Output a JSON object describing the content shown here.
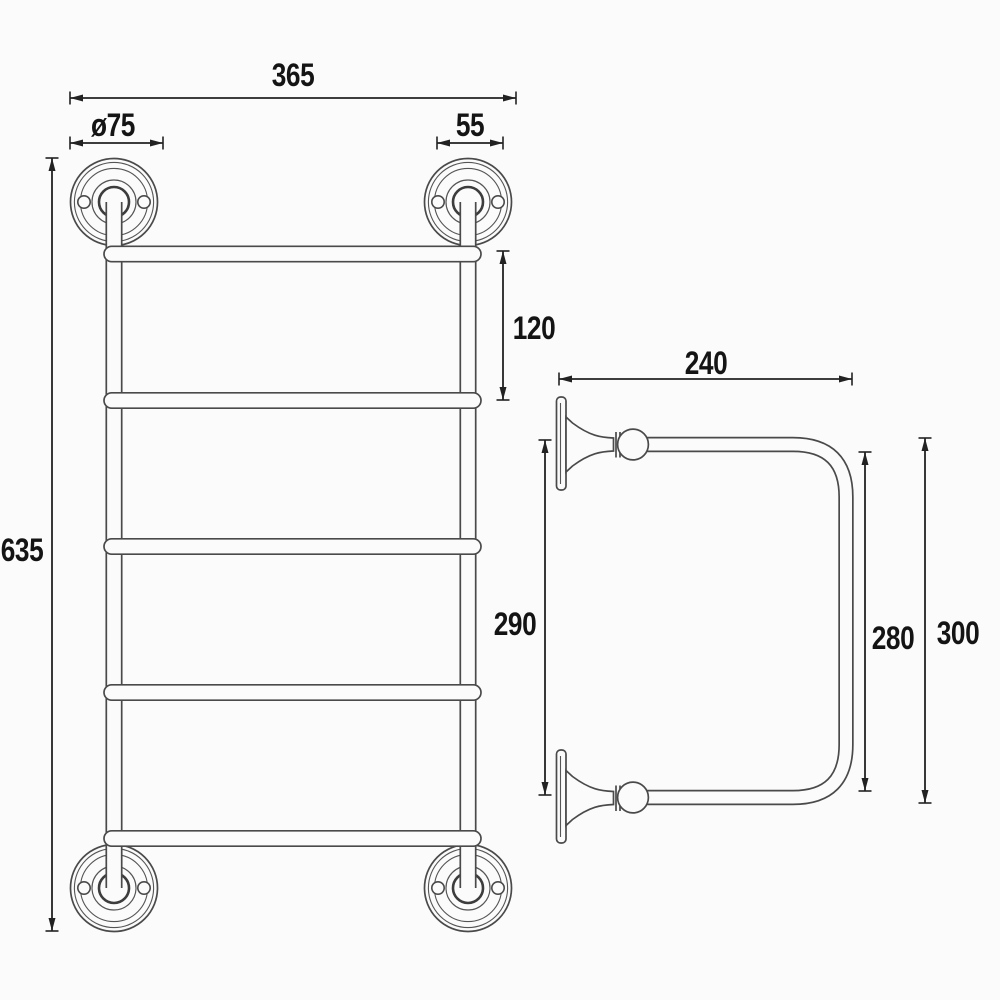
{
  "front_view": {
    "bar_count": 5,
    "flange_count": 4,
    "dimensions": {
      "overall_width": {
        "value": 365,
        "label": "365"
      },
      "flange_diameter": {
        "value": 75,
        "label": "ø75"
      },
      "fixing_offset": {
        "value": 55,
        "label": "55"
      },
      "top_bar_spacing": {
        "value": 120,
        "label": "120"
      },
      "overall_height": {
        "value": 635,
        "label": "635"
      }
    }
  },
  "side_view": {
    "bracket_count": 2,
    "dimensions": {
      "projection": {
        "value": 240,
        "label": "240"
      },
      "bracket_centres": {
        "value": 290,
        "label": "290"
      },
      "inner_height": {
        "value": 280,
        "label": "280"
      },
      "overall_height": {
        "value": 300,
        "label": "300"
      }
    }
  },
  "colors": {
    "background": "#fbfbfb",
    "structure_line": "#4a4a4a",
    "dimension_line": "#222222",
    "text": "#141414"
  }
}
